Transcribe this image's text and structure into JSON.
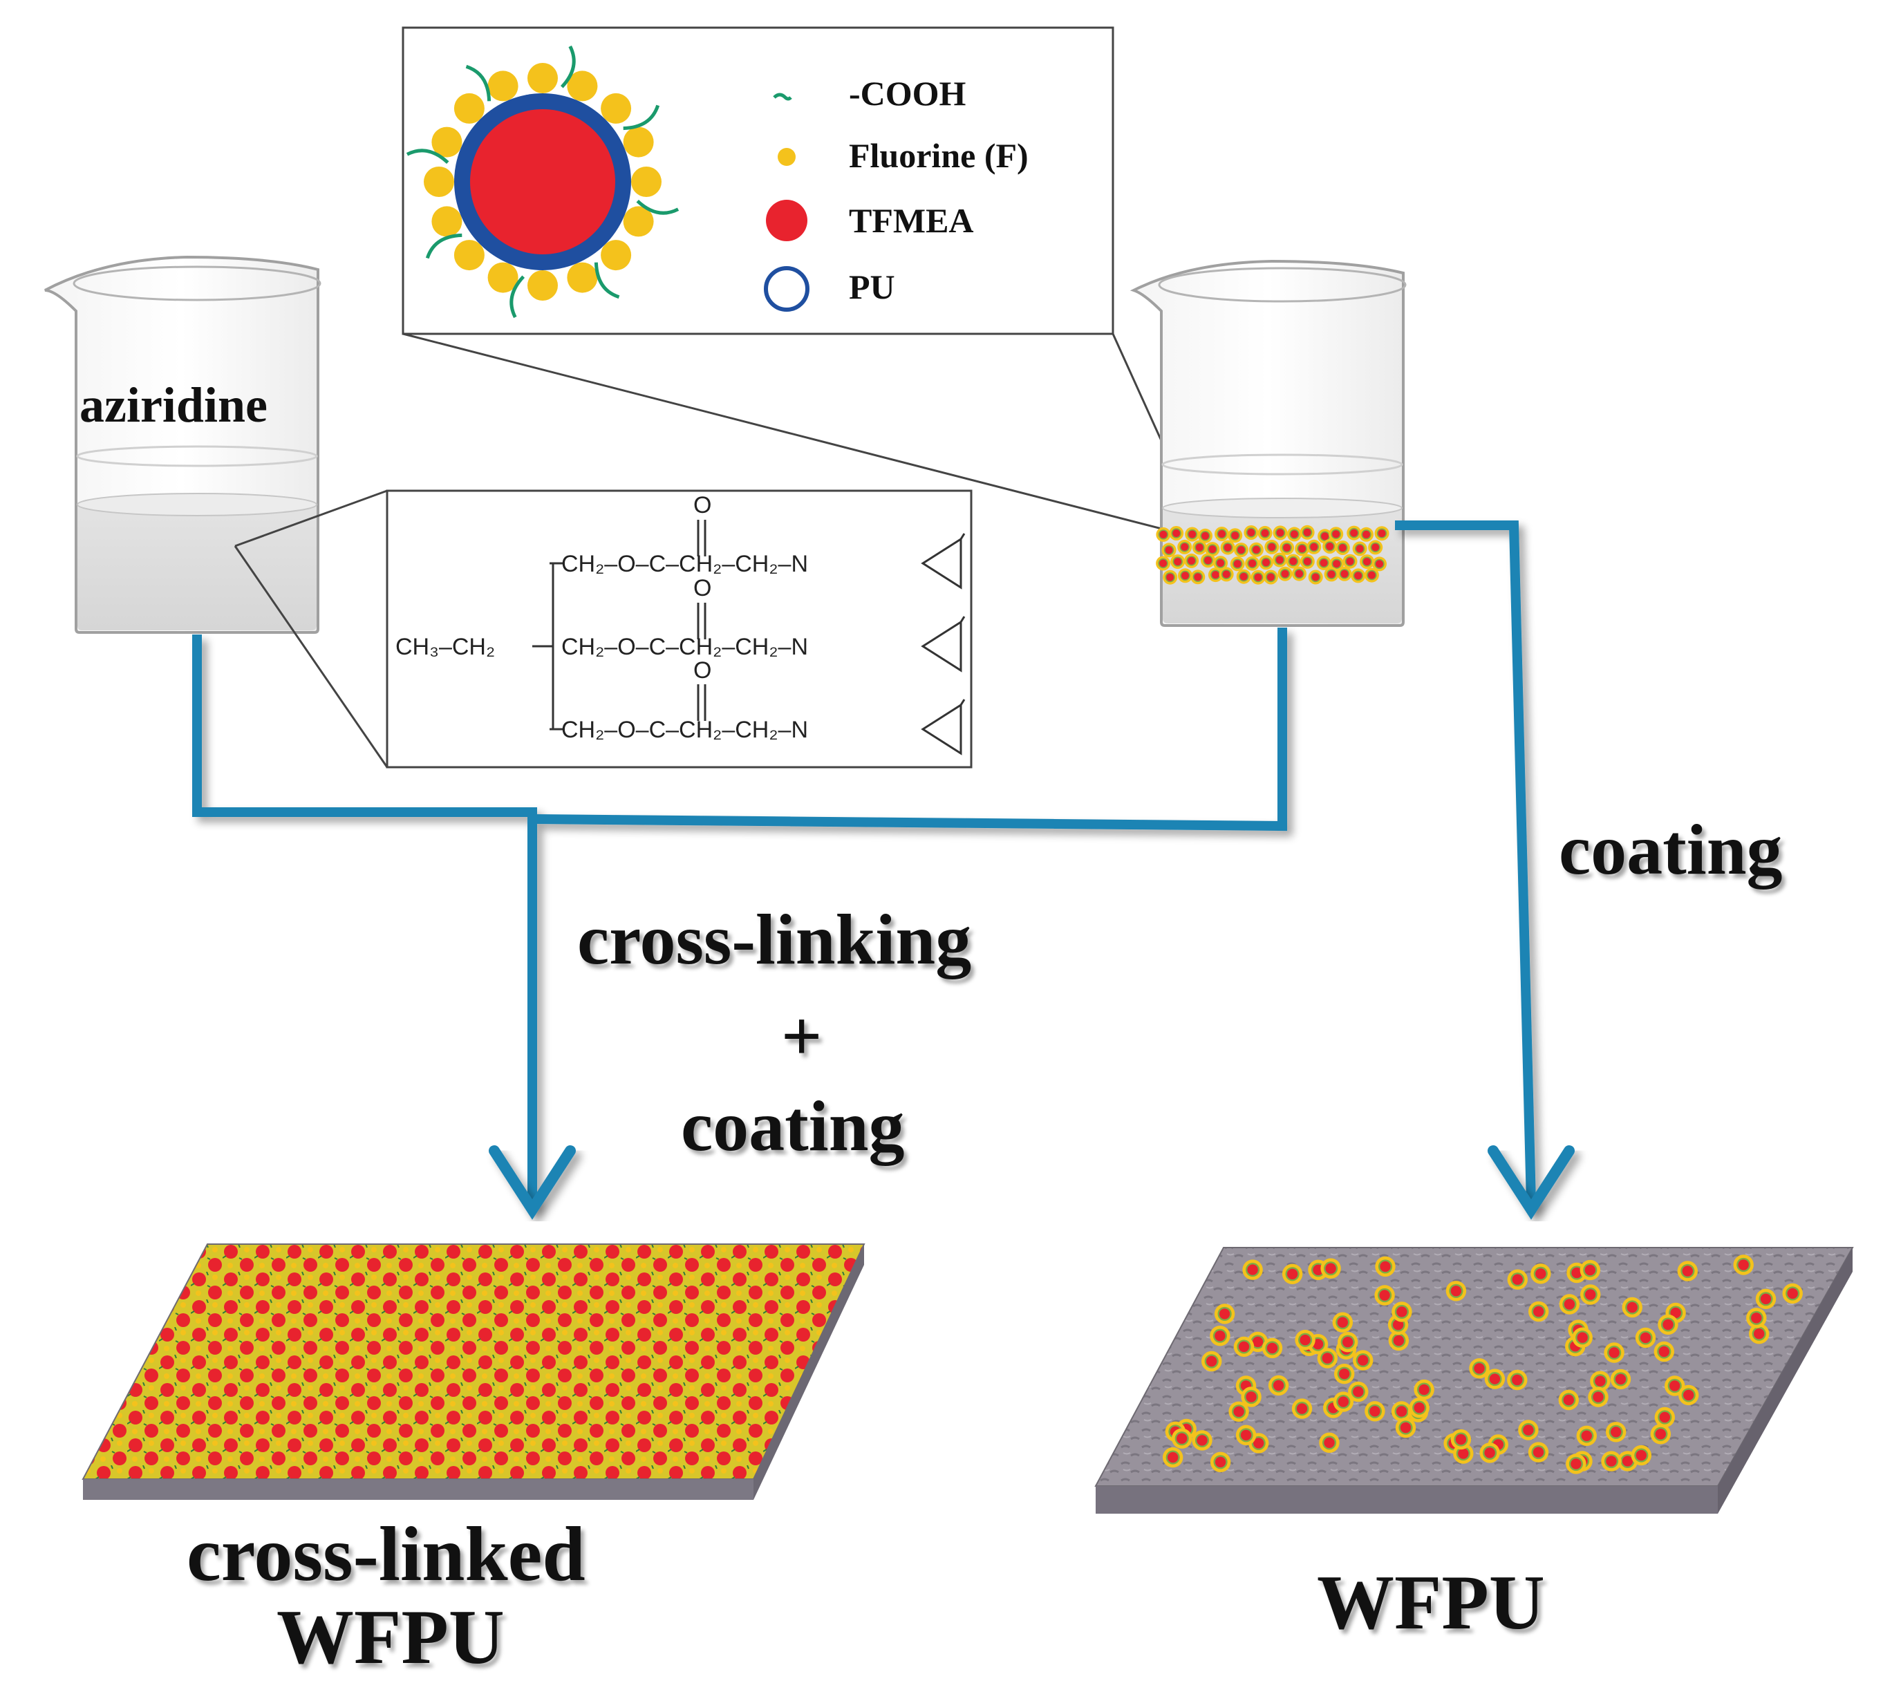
{
  "legend": {
    "cooh": "-COOH",
    "fluorine": "Fluorine (F)",
    "tfmea": "TFMEA",
    "pu": "PU"
  },
  "beakers": {
    "left_label": "aziridine"
  },
  "structure": {
    "row1": "CH₂–O–C–CH₂–CH₂–N",
    "row2_prefix": "CH₃–CH₂",
    "row2": "CH₂–O–C–CH₂–CH₂–N",
    "row3": "CH₂–O–C–CH₂–CH₂–N",
    "carbonyl_o": "O"
  },
  "steps": {
    "crosslink_1": "cross-linking",
    "crosslink_plus": "+",
    "crosslink_2": "coating",
    "right_coating": "coating"
  },
  "products": {
    "left_line1": "cross-linked",
    "left_line2": "WFPU",
    "right": "WFPU"
  },
  "colors": {
    "flow_blue": "#1f84b4",
    "tfmea_red": "#e8232e",
    "pu_blue": "#1f4fa0",
    "fluorine_yellow": "#f4c21c",
    "cooh_green": "#1a9a6c",
    "substrate_gray": "#8f8a94"
  }
}
